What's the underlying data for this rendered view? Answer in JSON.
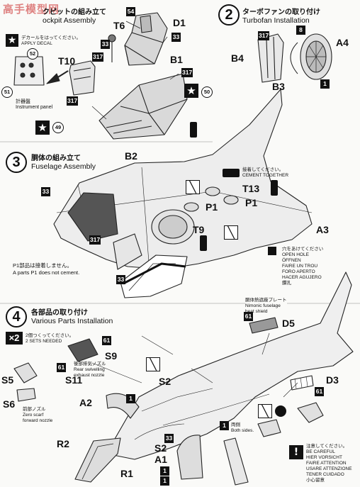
{
  "watermark": "高手模型网",
  "step1": {
    "jp": "クピットの組み立て",
    "en": "ockpit Assembly"
  },
  "step2": {
    "num": "2",
    "jp": "ターボファンの取り付け",
    "en": "Turbofan Installation"
  },
  "step3": {
    "num": "3",
    "jp": "胴体の組み立て",
    "en": "Fuselage Assembly"
  },
  "step4": {
    "num": "4",
    "jp": "各部品の取り付け",
    "en": "Various Parts Installation"
  },
  "decal_note": {
    "jp": "デカールをはってください。",
    "en": "APPLY DECAL"
  },
  "instrument_panel": {
    "jp": "計器盤",
    "en": "Instrument panel"
  },
  "cement_note": {
    "jp": "接着してください。",
    "en": "CEMENT TOGETHER"
  },
  "p1_note": {
    "jp": "P1部品は接着しません。",
    "en": "A parts P1 does not cement."
  },
  "open_hole": {
    "jp": "穴をあけてください",
    "langs": [
      "OPEN HOLE",
      "ÖFFNEN",
      "FAIRE UN TROU",
      "FORO APERTO",
      "HACER AGUJERO",
      "鑽孔"
    ]
  },
  "make_two": {
    "badge": "2",
    "jp": "2個つくってください。",
    "en": "2 SETS NEEDED"
  },
  "rear_nozzle": {
    "jp": "後部排気ノズル",
    "en1": "Rear swivelling",
    "en2": "exhaust nozzle"
  },
  "front_nozzle": {
    "jp": "前部ノズル",
    "en1": "Zero scarf",
    "en2": "forward nozzle"
  },
  "heat_shield": {
    "jp": "胴体熱遮蔽プレート",
    "en1": "Nimonic fuselage",
    "en2": "heat shield"
  },
  "both_sides": {
    "jp": "両側",
    "en": "Both sides."
  },
  "caution": {
    "jp": "注意してください。",
    "langs": [
      "BE CAREFUL",
      "HIER VORSICHT",
      "FAIRE ATTENTION",
      "USARE ATTENZIONE",
      "TENER CUIDADO",
      "小心留意"
    ]
  },
  "labels": {
    "T6": "T6",
    "D1": "D1",
    "T10": "T10",
    "B1": "B1",
    "A4": "A4",
    "B4": "B4",
    "B3": "B3",
    "B2": "B2",
    "T13": "T13",
    "P1a": "P1",
    "P1b": "P1",
    "T9": "T9",
    "A3": "A3",
    "D5": "D5",
    "S9": "S9",
    "S11": "S11",
    "S5": "S5",
    "S6": "S6",
    "S2a": "S2",
    "A2": "A2",
    "D3": "D3",
    "R2": "R2",
    "R1": "R1",
    "S2b": "S2",
    "A1": "A1"
  },
  "paint": {
    "c54": "54",
    "c33a": "33",
    "c33b": "33",
    "c317a": "317",
    "c317b": "317",
    "c317c": "317",
    "c52": "52",
    "c51": "51",
    "c50": "50",
    "c49": "49",
    "c317d": "317",
    "c8": "8",
    "c1a": "1",
    "c33c": "33",
    "c317e": "317",
    "c33d": "33",
    "c61a": "61",
    "c61b": "61",
    "c61c": "61",
    "c1b": "1",
    "c1c": "1",
    "c61d": "61",
    "c1d": "1",
    "c33e": "33",
    "c1e": "1"
  }
}
